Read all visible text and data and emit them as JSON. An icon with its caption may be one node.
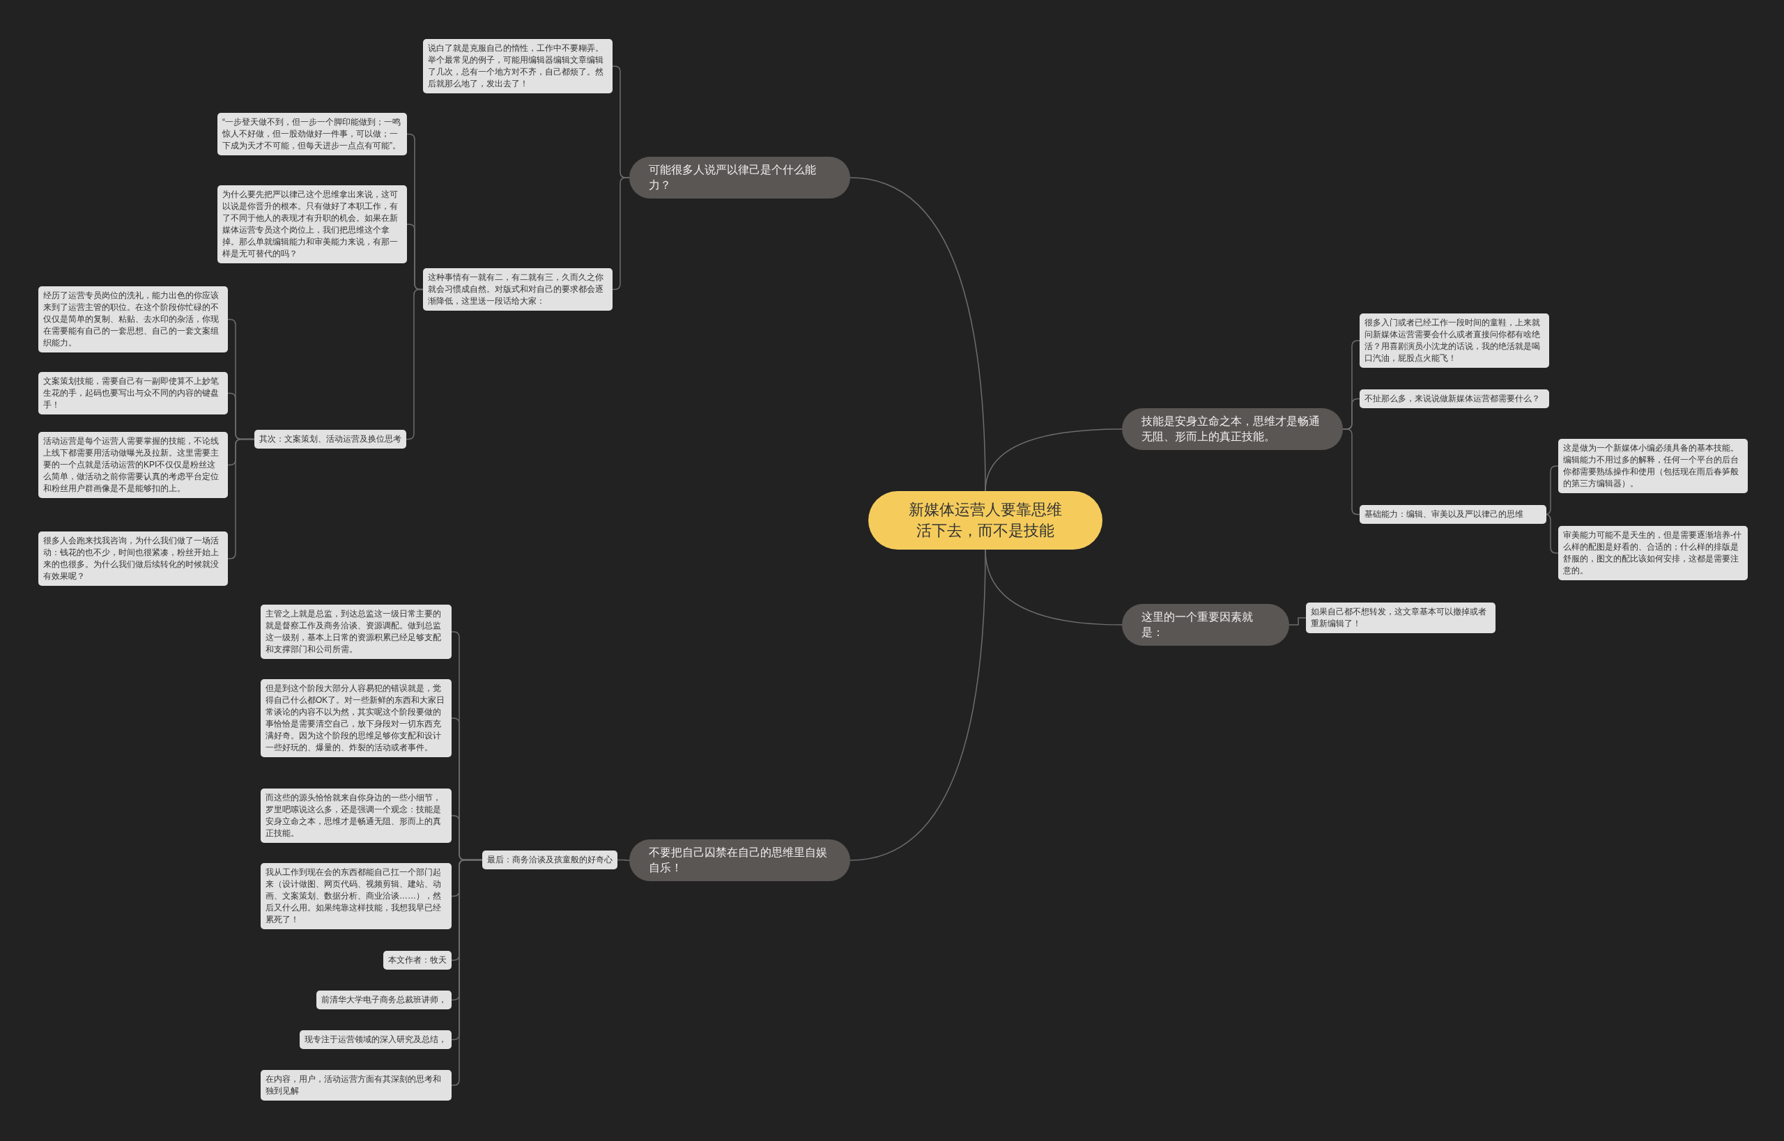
{
  "diagram": {
    "nodes": [
      {
        "text": [
          "新媒体运营人要靠思维活下去，而不是技能"
        ]
      },
      {
        "text": [
          "可能很多人说严以律己是个什么能力？"
        ]
      },
      {
        "text": [
          "说白了就是克服自己的惰性，工作中不要糊弄。举个最常见的例子，可能用编辑器编辑文章编辑了几次，总有一个地方对不齐，自己都烦了。然后就那么地了，发出去了！"
        ]
      },
      {
        "text": [
          "这种事情有一就有二，有二就有三，久而久之你就会习惯成自然。对版式和对自己的要求都会逐渐降低，这里送一段话给大家："
        ]
      },
      {
        "text": [
          "“一步登天做不到，但一步一个脚印能做到；一鸣惊人不好做，但一股劲做好一件事，可以做；一下成为天才不可能，但每天进步一点点有可能”。"
        ]
      },
      {
        "text": [
          "为什么要先把严以律己这个思维拿出来说，这可以说是你晋升的根本。只有做好了本职工作，有了不同于他人的表现才有升职的机会。如果在新媒体运营专员这个岗位上，我们把思维这个拿掉。那么单就编辑能力和审美能力来说，有那一样是无可替代的吗？"
        ]
      },
      {
        "text": [
          "其次：文案策划、活动运营及换位思考"
        ]
      },
      {
        "text": [
          "经历了运营专员岗位的洗礼，能力出色的你应该来到了运营主管的职位。在这个阶段你忙碌的不仅仅是简单的复制、粘贴、去水印的杂活，你现在需要能有自己的一套思想、自己的一套文案组织能力。"
        ]
      },
      {
        "text": [
          "文案策划技能，需要自己有一副即使算不上妙笔生花的手，起码也要写出与众不同的内容的键盘手！"
        ]
      },
      {
        "text": [
          "活动运营是每个运营人需要掌握的技能，不论线上线下都需要用活动做曝光及拉新。这里需要主要的一个点就是活动运营的KPI不仅仅是粉丝这么简单，做活动之前你需要认真的考虑平台定位和粉丝用户群画像是不是能够扣的上。"
        ]
      },
      {
        "text": [
          "很多人会跑来找我咨询，为什么我们做了一场活动：钱花的也不少，时间也很紧凑，粉丝开始上来的也很多。为什么我们做后续转化的时候就没有效果呢？"
        ]
      },
      {
        "text": [
          "技能是安身立命之本，思维才是畅通无阻、形而上的真正技能。"
        ]
      },
      {
        "text": [
          "很多入门或者已经工作一段时间的童鞋，上来就问新媒体运营需要会什么或者直接问你都有啥绝活？用喜剧演员小沈龙的话说，我的绝活就是喝口汽油，屁股点火能飞！"
        ]
      },
      {
        "text": [
          "不扯那么多，来说说做新媒体运营都需要什么？"
        ]
      },
      {
        "text": [
          "基础能力：编辑、审美以及严以律己的思维"
        ]
      },
      {
        "text": [
          "这是做为一个新媒体小编必须具备的基本技能。编辑能力不用过多的解释，任何一个平台的后台你都需要熟练操作和使用（包括现在雨后春笋般的第三方编辑器）。"
        ]
      },
      {
        "text": [
          "审美能力可能不是天生的，但是需要逐渐培养-什么样的配图是好看的、合适的；什么样的排版是舒服的，图文的配比该如何安排，这都是需要注意的。"
        ]
      },
      {
        "text": [
          "这里的一个重要因素就是："
        ]
      },
      {
        "text": [
          "如果自己都不想转发，这文章基本可以撤掉或者重新编辑了！"
        ]
      },
      {
        "text": [
          "不要把自己囚禁在自己的思维里自娱自乐！"
        ]
      },
      {
        "text": [
          "最后：商务洽谈及孩童般的好奇心"
        ]
      },
      {
        "text": [
          "主管之上就是总监，到达总监这一级日常主要的就是督察工作及商务洽谈、资源调配。做到总监这一级别，基本上日常的资源积累已经足够支配和支撑部门和公司所需。"
        ]
      },
      {
        "text": [
          "但是到这个阶段大部分人容易犯的错误就是，觉得自己什么都OK了。对一些新鲜的东西和大家日常谈论的内容不以为然，其实呢这个阶段要做的事恰恰是需要清空自己，放下身段对一切东西充满好奇。因为这个阶段的思维足够你支配和设计一些好玩的、爆量的、炸裂的活动或者事件。"
        ]
      },
      {
        "text": [
          "而这些的源头恰恰就来自你身边的一些小细节，罗里吧嗦说这么多，还是强调一个观念：技能是安身立命之本，思维才是畅通无阻、形而上的真正技能。"
        ]
      },
      {
        "text": [
          "我从工作到现在会的东西都能自己扛一个部门起来（设计做图、网页代码、视频剪辑、建站、动画、文案策划、数据分析、商业洽谈……），然后又什么用。如果纯靠这样技能，我想我早已经累死了！"
        ]
      },
      {
        "text": [
          "本文作者：牧天"
        ]
      },
      {
        "text": [
          "前清华大学电子商务总裁班讲师，"
        ]
      },
      {
        "text": [
          "现专注于运营领域的深入研究及总结，"
        ]
      },
      {
        "text": [
          "在内容，用户，活动运营方面有其深刻的思考和独到见解"
        ]
      }
    ],
    "edges": [
      {
        "from": 0,
        "to": 1,
        "arrow": "none"
      },
      {
        "from": 1,
        "to": 2,
        "arrow": "none"
      },
      {
        "from": 1,
        "to": 3,
        "arrow": "none"
      },
      {
        "from": 3,
        "to": 4,
        "arrow": "none"
      },
      {
        "from": 3,
        "to": 5,
        "arrow": "none"
      },
      {
        "from": 3,
        "to": 6,
        "arrow": "none"
      },
      {
        "from": 6,
        "to": 7,
        "arrow": "none"
      },
      {
        "from": 6,
        "to": 8,
        "arrow": "none"
      },
      {
        "from": 6,
        "to": 9,
        "arrow": "none"
      },
      {
        "from": 6,
        "to": 10,
        "arrow": "none"
      },
      {
        "from": 0,
        "to": 11,
        "arrow": "none"
      },
      {
        "from": 11,
        "to": 12,
        "arrow": "none"
      },
      {
        "from": 11,
        "to": 13,
        "arrow": "none"
      },
      {
        "from": 11,
        "to": 14,
        "arrow": "none"
      },
      {
        "from": 14,
        "to": 15,
        "arrow": "none"
      },
      {
        "from": 14,
        "to": 16,
        "arrow": "none"
      },
      {
        "from": 0,
        "to": 17,
        "arrow": "none"
      },
      {
        "from": 17,
        "to": 18,
        "arrow": "none"
      },
      {
        "from": 0,
        "to": 19,
        "arrow": "none"
      },
      {
        "from": 19,
        "to": 20,
        "arrow": "none"
      },
      {
        "from": 20,
        "to": 21,
        "arrow": "none"
      },
      {
        "from": 20,
        "to": 22,
        "arrow": "none"
      },
      {
        "from": 20,
        "to": 23,
        "arrow": "none"
      },
      {
        "from": 20,
        "to": 24,
        "arrow": "none"
      },
      {
        "from": 20,
        "to": 25,
        "arrow": "none"
      },
      {
        "from": 20,
        "to": 26,
        "arrow": "none"
      },
      {
        "from": 20,
        "to": 27,
        "arrow": "none"
      },
      {
        "from": 20,
        "to": 28,
        "arrow": "none"
      }
    ]
  }
}
